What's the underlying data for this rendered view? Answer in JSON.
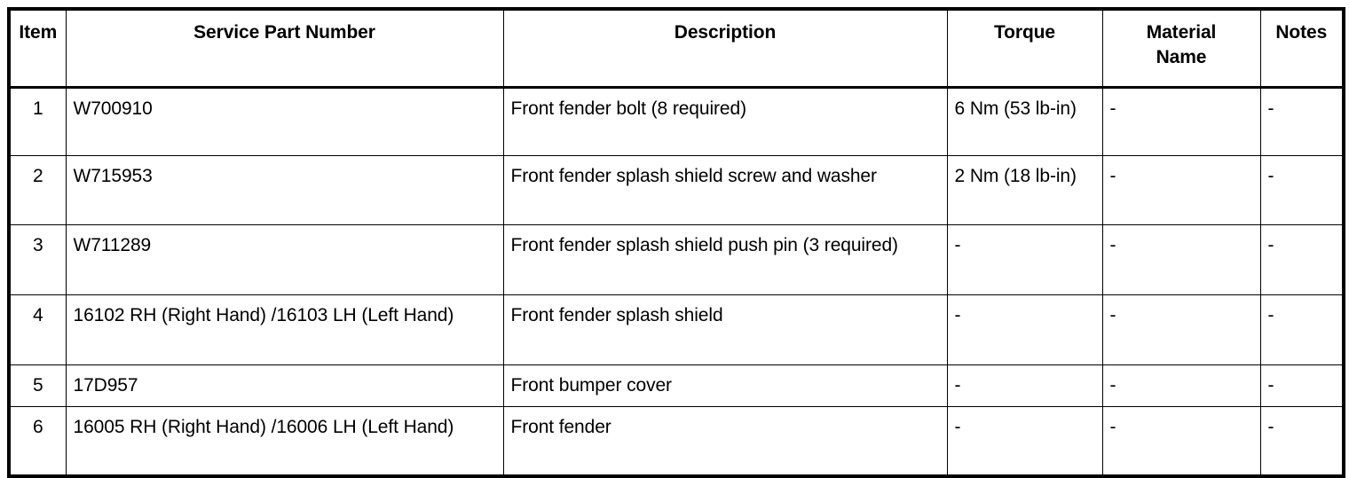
{
  "table": {
    "columns": [
      {
        "key": "item",
        "label": "Item"
      },
      {
        "key": "part",
        "label": "Service Part Number"
      },
      {
        "key": "desc",
        "label": "Description"
      },
      {
        "key": "torque",
        "label": "Torque"
      },
      {
        "key": "material",
        "label": "Material\nName"
      },
      {
        "key": "notes",
        "label": "Notes"
      }
    ],
    "header": {
      "item": "Item",
      "part": "Service Part Number",
      "desc": "Description",
      "torque": "Torque",
      "material_line1": "Material",
      "material_line2": "Name",
      "notes": "Notes"
    },
    "rows": [
      {
        "item": "1",
        "part": "W700910",
        "desc": "Front fender bolt (8 required)",
        "torque": "6 Nm (53 lb-in)",
        "material": "-",
        "notes": "-"
      },
      {
        "item": "2",
        "part": "W715953",
        "desc": "Front fender splash shield screw and washer",
        "torque": "2 Nm (18 lb-in)",
        "material": "-",
        "notes": "-"
      },
      {
        "item": "3",
        "part": "W711289",
        "desc": "Front fender splash shield push pin (3 required)",
        "torque": "-",
        "material": "-",
        "notes": "-"
      },
      {
        "item": "4",
        "part": "16102 RH (Right Hand) /16103 LH (Left Hand)",
        "desc": "Front fender splash shield",
        "torque": "-",
        "material": "-",
        "notes": "-"
      },
      {
        "item": "5",
        "part": "17D957",
        "desc": "Front bumper cover",
        "torque": "-",
        "material": "-",
        "notes": "-"
      },
      {
        "item": "6",
        "part": "16005 RH (Right Hand) /16006 LH (Left Hand)",
        "desc": "Front fender",
        "torque": "-",
        "material": "-",
        "notes": "-"
      }
    ]
  },
  "colors": {
    "border": "#000000",
    "text": "#000000",
    "background": "#ffffff"
  }
}
